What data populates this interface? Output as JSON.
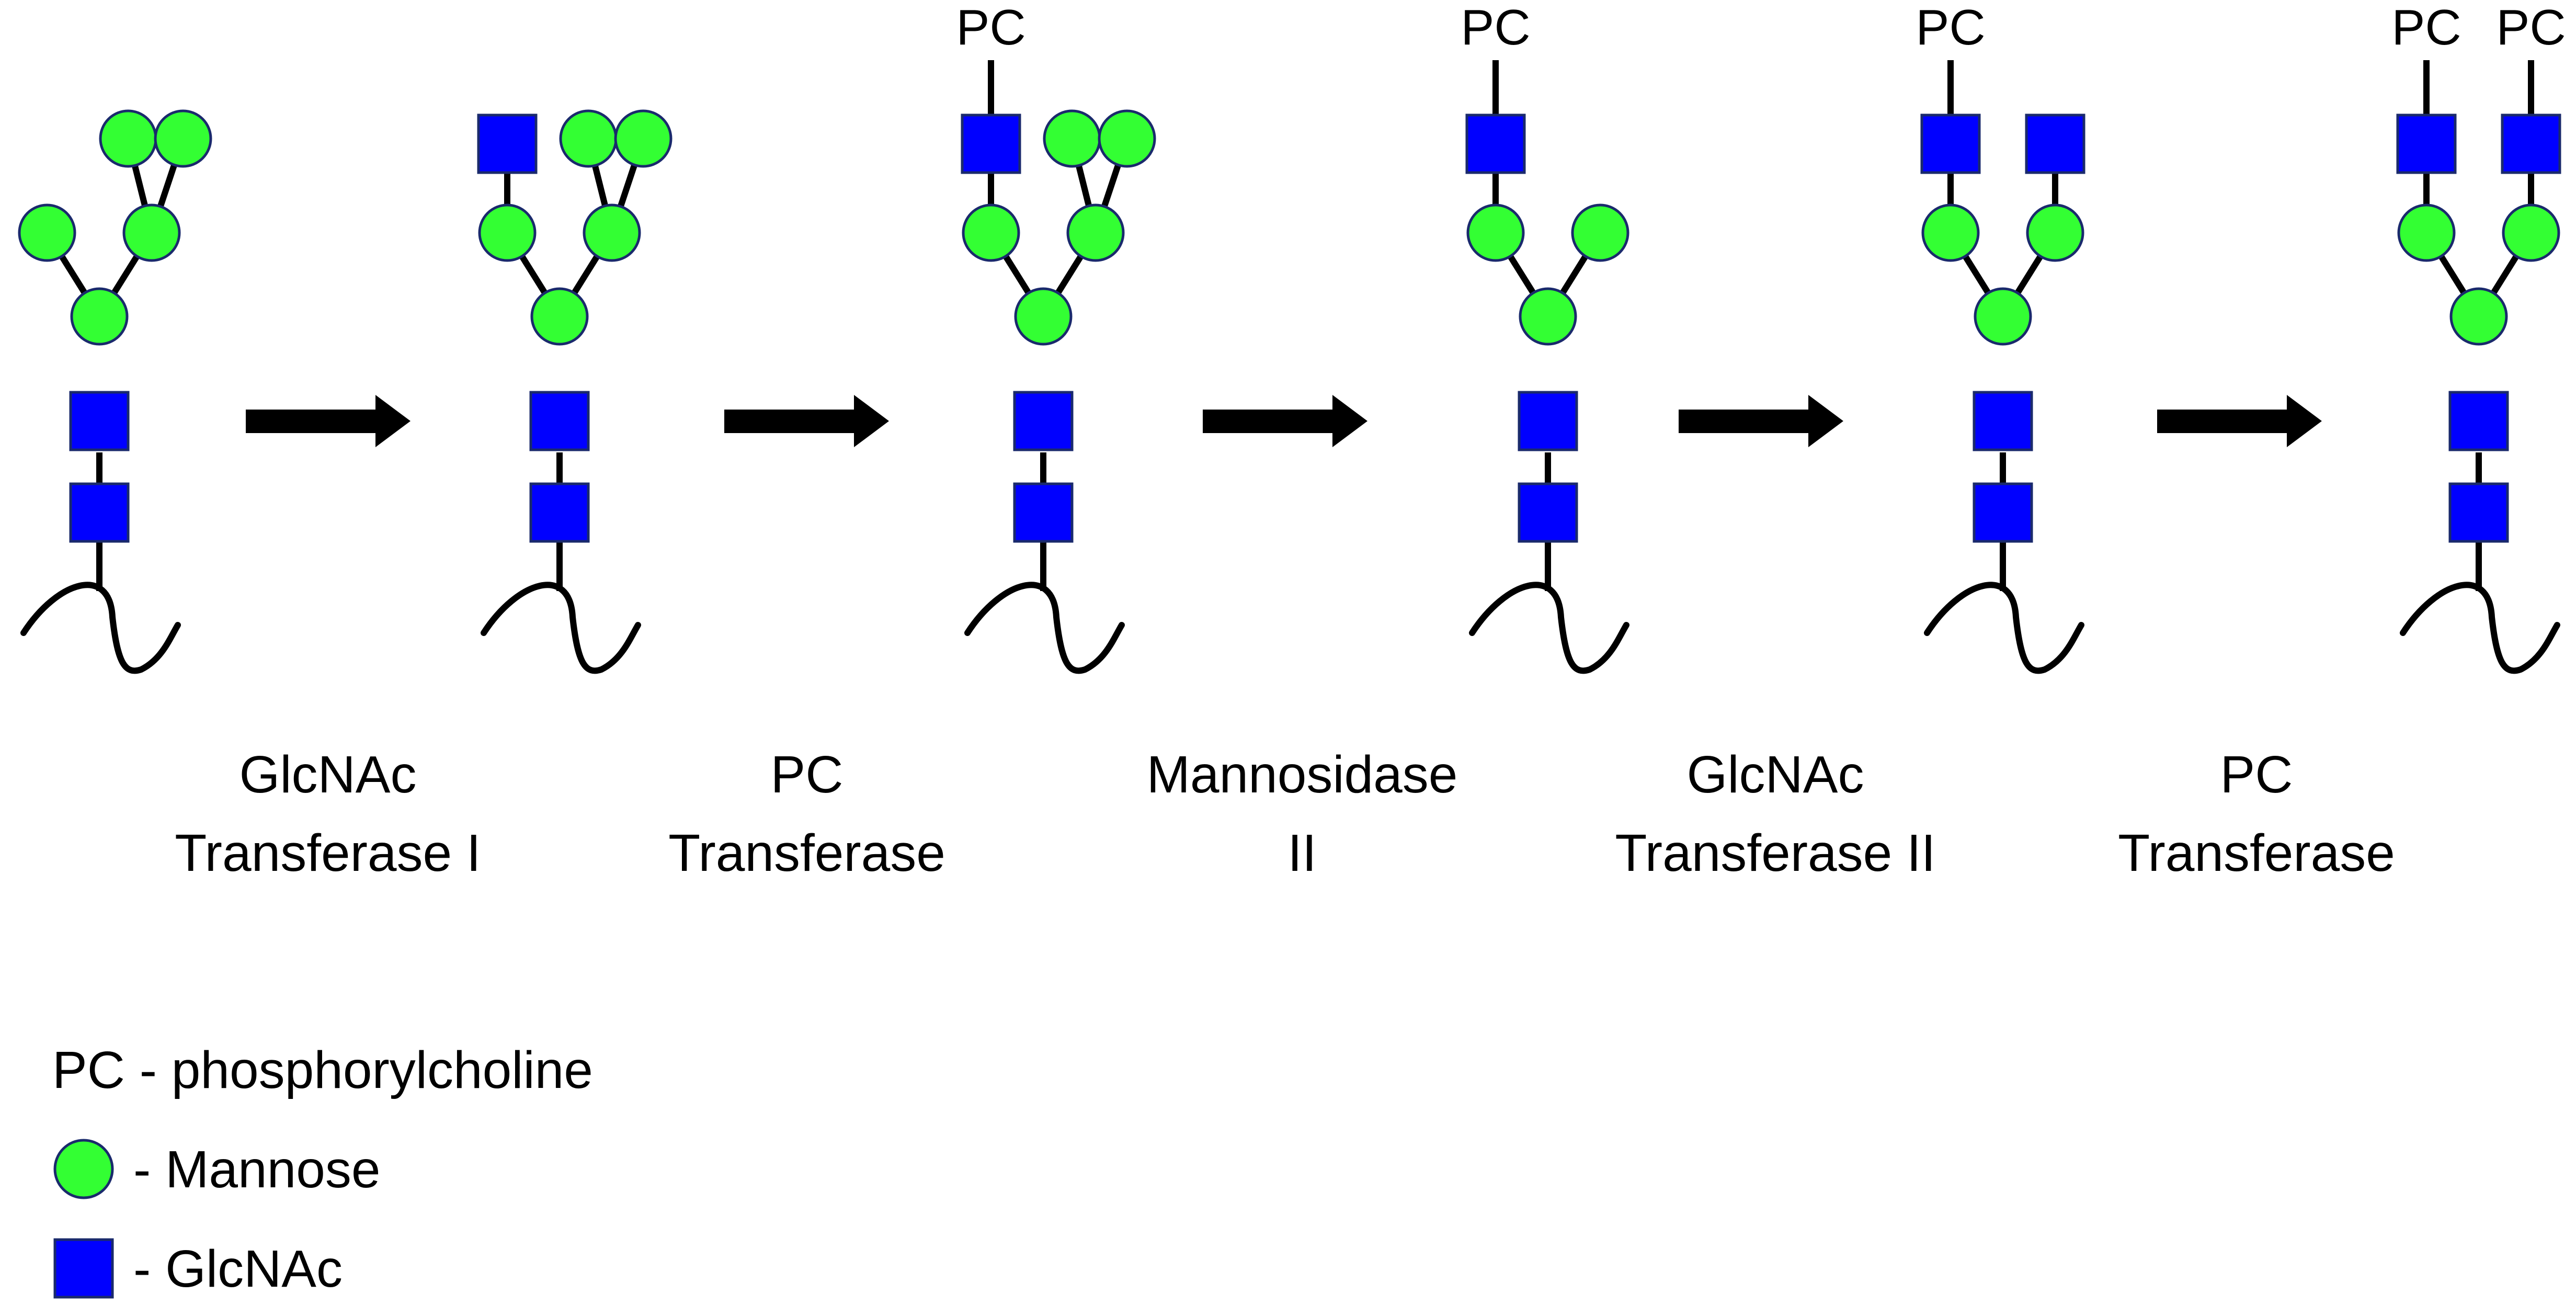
{
  "colors": {
    "mannose_fill": "#33ff33",
    "glcnac_fill": "#0000ff",
    "outline": "#1a2a6c",
    "line": "#000000",
    "text": "#000000"
  },
  "icons": {
    "mannose": "green-circle",
    "glcnac": "blue-square",
    "arrow": "right-arrow",
    "protein": "protein-backbone-curve"
  },
  "pc_label": "PC",
  "structures": [
    {
      "name": "start",
      "pc_count": 0
    },
    {
      "name": "after-glcnac-transferase-i",
      "pc_count": 0
    },
    {
      "name": "after-pc-transferase-1",
      "pc_count": 1
    },
    {
      "name": "after-mannosidase-ii",
      "pc_count": 1
    },
    {
      "name": "after-glcnac-transferase-ii",
      "pc_count": 1
    },
    {
      "name": "after-pc-transferase-2",
      "pc_count": 2
    }
  ],
  "enzymes": [
    {
      "line1": "GlcNAc",
      "line2": "Transferase I"
    },
    {
      "line1": "PC",
      "line2": "Transferase"
    },
    {
      "line1": "Mannosidase",
      "line2": "II"
    },
    {
      "line1": "GlcNAc",
      "line2": "Transferase II"
    },
    {
      "line1": "PC",
      "line2": "Transferase"
    }
  ],
  "legend": {
    "pc": "PC - phosphorylcholine",
    "mannose": "- Mannose",
    "glcnac": "- GlcNAc"
  }
}
